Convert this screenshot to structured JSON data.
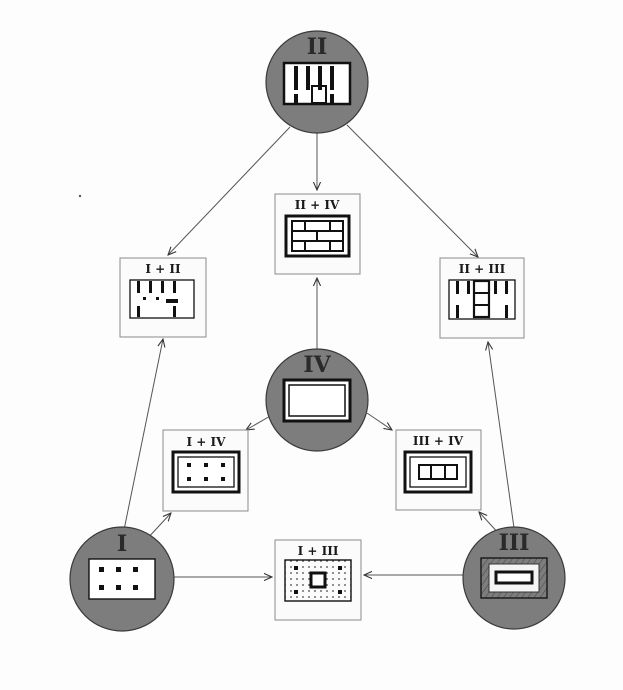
{
  "diagram": {
    "colors": {
      "circle_fill": "#7d7d7d",
      "line": "#555555",
      "ink": "#111111"
    },
    "nodes": {
      "I": {
        "label": "I",
        "kind": "single"
      },
      "II": {
        "label": "II",
        "kind": "single"
      },
      "III": {
        "label": "III",
        "kind": "single"
      },
      "IV": {
        "label": "IV",
        "kind": "single"
      }
    },
    "combos": {
      "I_II": {
        "label": "I + II"
      },
      "II_IV": {
        "label": "II + IV"
      },
      "II_III": {
        "label": "II + III"
      },
      "I_IV": {
        "label": "I + IV"
      },
      "III_IV": {
        "label": "III + IV"
      },
      "I_III": {
        "label": "I + III"
      }
    },
    "edges": [
      {
        "from": "II",
        "to": "I + II"
      },
      {
        "from": "II",
        "to": "II + IV"
      },
      {
        "from": "II",
        "to": "II + III"
      },
      {
        "from": "IV",
        "to": "II + IV"
      },
      {
        "from": "IV",
        "to": "I + IV"
      },
      {
        "from": "IV",
        "to": "III + IV"
      },
      {
        "from": "I",
        "to": "I + II"
      },
      {
        "from": "I",
        "to": "I + IV"
      },
      {
        "from": "I",
        "to": "I + III"
      },
      {
        "from": "III",
        "to": "I + III"
      },
      {
        "from": "III",
        "to": "III + IV"
      },
      {
        "from": "III",
        "to": "II + III"
      }
    ]
  }
}
